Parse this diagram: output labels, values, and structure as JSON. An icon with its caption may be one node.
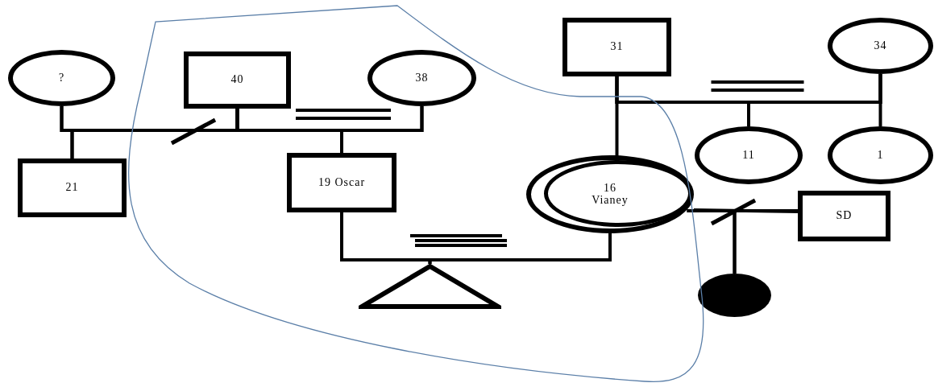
{
  "diagram": {
    "nodes": [
      {
        "text": [
          "?"
        ]
      },
      {
        "text": [
          "40"
        ]
      },
      {
        "text": [
          "38"
        ]
      },
      {
        "text": [
          "21"
        ]
      },
      {
        "text": [
          "19 Oscar"
        ]
      },
      {
        "text": [
          "31"
        ]
      },
      {
        "text": [
          "34"
        ]
      },
      {
        "text": [
          "11"
        ]
      },
      {
        "text": [
          "1"
        ]
      },
      {
        "text": [
          "16 Vianey"
        ]
      },
      {
        "text": [
          "SD"
        ]
      },
      {
        "text": [],
        "shape": "triangle"
      },
      {
        "text": [],
        "shape": "circle"
      }
    ],
    "edges": [
      {
        "from": 0,
        "to": 1,
        "arrow": "none"
      },
      {
        "from": 1,
        "to": 2,
        "arrow": "none"
      },
      {
        "from": 0,
        "to": 3,
        "arrow": "none"
      },
      {
        "from": 1,
        "to": 3,
        "arrow": "none"
      },
      {
        "from": 1,
        "to": 4,
        "arrow": "none"
      },
      {
        "from": 2,
        "to": 4,
        "arrow": "none"
      },
      {
        "from": 5,
        "to": 6,
        "arrow": "none"
      },
      {
        "from": 5,
        "to": 7,
        "arrow": "none"
      },
      {
        "from": 6,
        "to": 7,
        "arrow": "none"
      },
      {
        "from": 5,
        "to": 9,
        "arrow": "none"
      },
      {
        "from": 6,
        "to": 8,
        "arrow": "none"
      },
      {
        "from": 9,
        "to": 10,
        "arrow": "none"
      },
      {
        "from": 9,
        "to": 12,
        "arrow": "none"
      },
      {
        "from": 10,
        "to": 12,
        "arrow": "none"
      },
      {
        "from": 4,
        "to": 9,
        "arrow": "none"
      },
      {
        "from": 4,
        "to": 11,
        "arrow": "none"
      },
      {
        "from": 9,
        "to": 11,
        "arrow": "none"
      }
    ]
  }
}
